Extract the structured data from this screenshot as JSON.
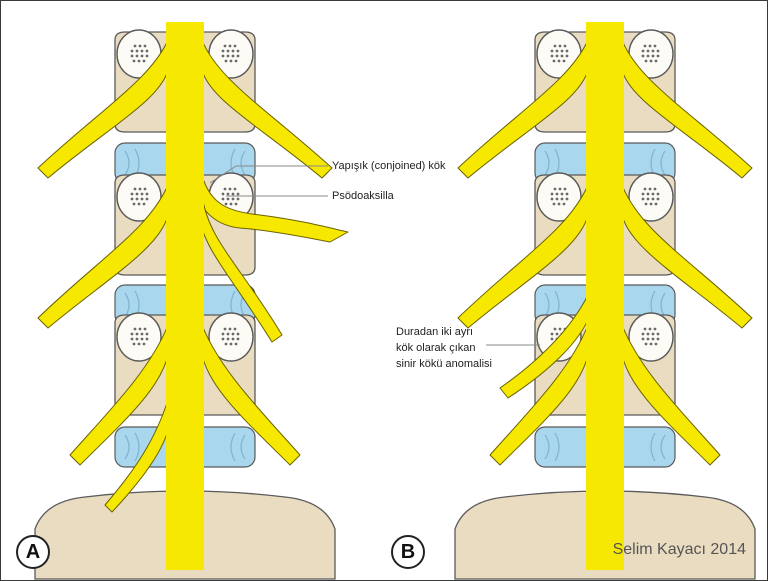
{
  "panels": [
    {
      "letter": "A"
    },
    {
      "letter": "B"
    }
  ],
  "annotations": {
    "conjoined_root": "Yapışık (conjoined) kök",
    "pseudoaxilla": "Psödoaksilla",
    "separate_root_line1": "Duradan iki ayrı",
    "separate_root_line2": "kök olarak çıkan",
    "separate_root_line3": "sinir kökü anomalisi"
  },
  "credit": "Selim Kayacı 2014",
  "colors": {
    "nerve": "#f6e800",
    "vertebra": "#e9dcc1",
    "disc": "#a9d7ee",
    "outline": "#5a5a5a"
  }
}
